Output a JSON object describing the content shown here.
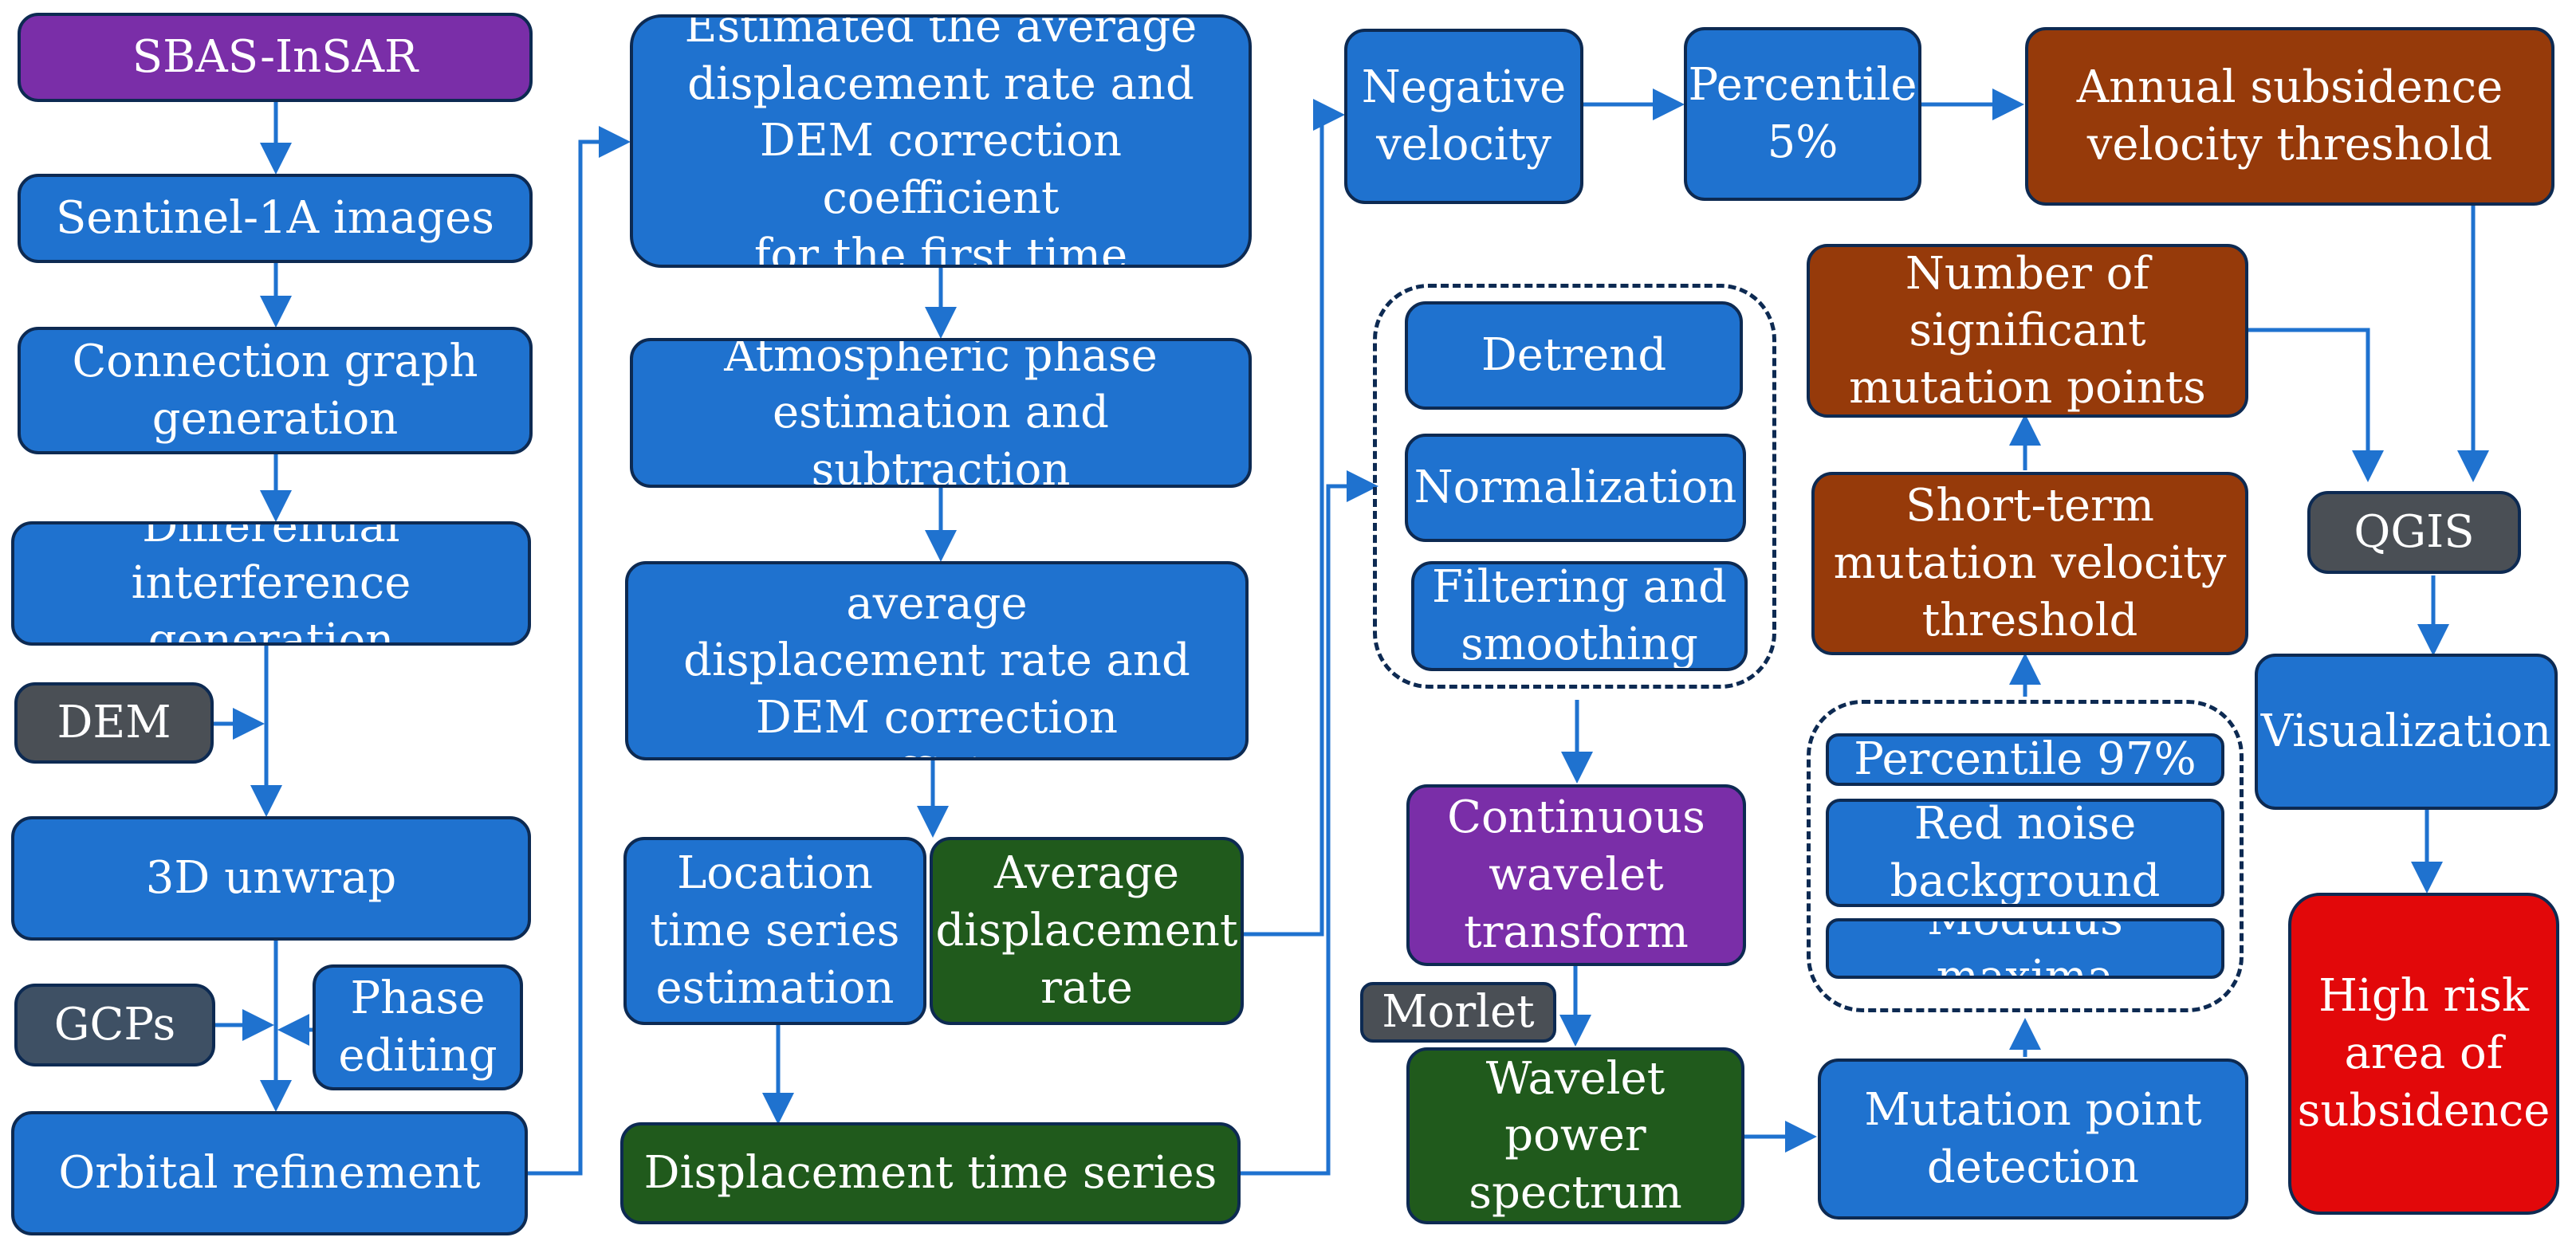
{
  "colors": {
    "box_blue": "#1f72cf",
    "box_purple": "#7a2ea8",
    "box_gray": "#4a4f55",
    "box_slate": "#3e5064",
    "box_brown": "#963a0a",
    "box_green": "#205a1c",
    "box_red": "#e2080a",
    "arrow": "#1f72cf",
    "outline": "#0d2a52"
  },
  "nodes": {
    "sbas_insar": "SBAS-InSAR",
    "sentinel": "Sentinel-1A images",
    "connection_graph": "Connection graph\ngeneration",
    "differential_interference": "Differential\ninterference generation",
    "dem": "DEM",
    "unwrap_3d": "3D unwrap",
    "gcps": "GCPs",
    "phase_editing": "Phase\nediting",
    "orbital_refinement": "Orbital refinement",
    "first_estimate": "Estimated the average\ndisplacement rate and\nDEM correction coefficient\nfor the first time",
    "atmospheric_phase": "Atmospheric phase\nestimation and subtraction",
    "second_estimate": "Second estimate of average\ndisplacement rate and\nDEM correction coefficient",
    "location_ts": "Location\ntime series\nestimation",
    "avg_displacement_rate": "Average\ndisplacement\nrate",
    "displacement_ts": "Displacement time series",
    "negative_velocity": "Negative\nvelocity",
    "percentile_5": "Percentile\n5%",
    "annual_threshold": "Annual subsidence\nvelocity threshold",
    "detrend": "Detrend",
    "normalization": "Normalization",
    "filtering": "Filtering and\nsmoothing",
    "cwt": "Continuous\nwavelet\ntransform",
    "morlet": "Morlet",
    "wavelet_power": "Wavelet\npower\nspectrum",
    "mutation_detection": "Mutation point\ndetection",
    "percentile_97": "Percentile 97%",
    "red_noise": "Red noise\nbackground",
    "modulus_maxima": "Modulus maxima",
    "short_term_threshold": "Short-term\nmutation velocity\nthreshold",
    "significant_points": "Number of\nsignificant\nmutation points",
    "qgis": "QGIS",
    "visualization": "Visualization",
    "high_risk": "High risk\narea of\nsubsidence"
  }
}
